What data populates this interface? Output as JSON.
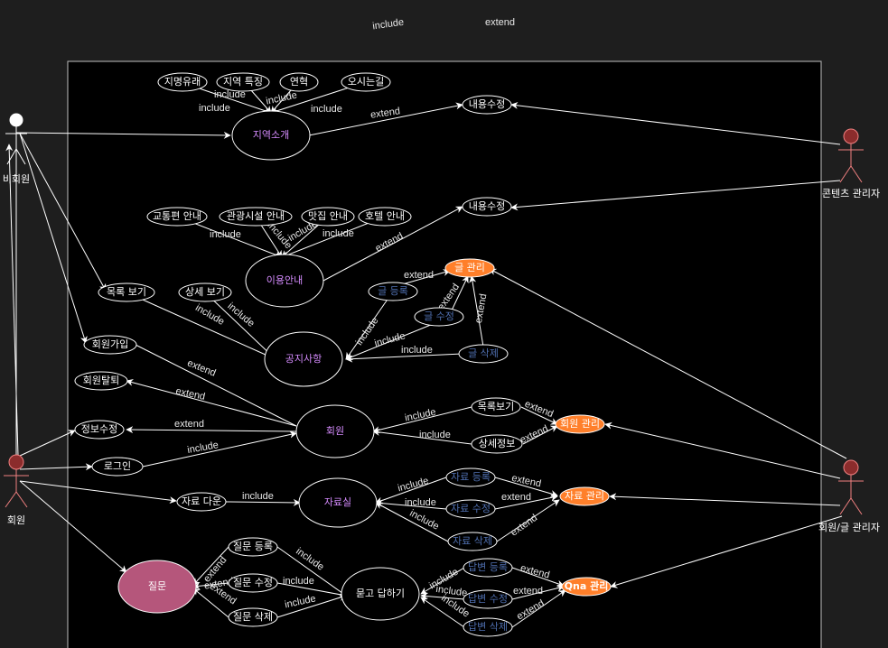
{
  "legend": {
    "include": "include",
    "extend": "extend"
  },
  "colors": {
    "background": "#1e1e1e",
    "canvas": "#000000",
    "line": "#ffffff",
    "accent": "#ff7f2a",
    "actor": "#f08080",
    "question": "#c0507a"
  },
  "actors": {
    "guest": "비회원",
    "member": "회원",
    "content_admin": "콘텐츠 관리자",
    "member_post_admin": "회원/글 관리자"
  },
  "usecases": {
    "region_intro": "지역소개",
    "name_origin": "지명유래",
    "region_feature": "지역 특징",
    "history": "연혁",
    "directions": "오시는길",
    "edit_content_1": "내용수정",
    "transport_info": "교통편 안내",
    "tour_info": "관광시설 안내",
    "food_info": "맛집 안내",
    "hotel_info": "호텔 안내",
    "usage_guide": "이용안내",
    "edit_content_2": "내용수정",
    "post_manage": "글 관리",
    "list_view": "목록 보기",
    "detail_view": "상세 보기",
    "post_register": "글 등록",
    "post_edit": "글 수정",
    "post_delete": "글 삭제",
    "notice": "공지사항",
    "signup": "회원가입",
    "withdraw": "회원탈퇴",
    "edit_info": "정보수정",
    "login": "로그인",
    "member": "회원",
    "member_list": "목록보기",
    "member_detail": "상세정보",
    "member_manage": "회원 관리",
    "file_download": "자료 다운",
    "data_room": "자료실",
    "data_register": "자료 등록",
    "data_edit": "자료 수정",
    "data_delete": "자료 삭제",
    "data_manage": "자료 관리",
    "question": "질문",
    "q_register": "질문 등록",
    "q_edit": "질문 수정",
    "q_delete": "질문 삭제",
    "qna": "묻고 답하기",
    "a_register": "답변 등록",
    "a_edit": "답변 수정",
    "a_delete": "답변 삭제",
    "qna_manage": "Qna 관리"
  }
}
